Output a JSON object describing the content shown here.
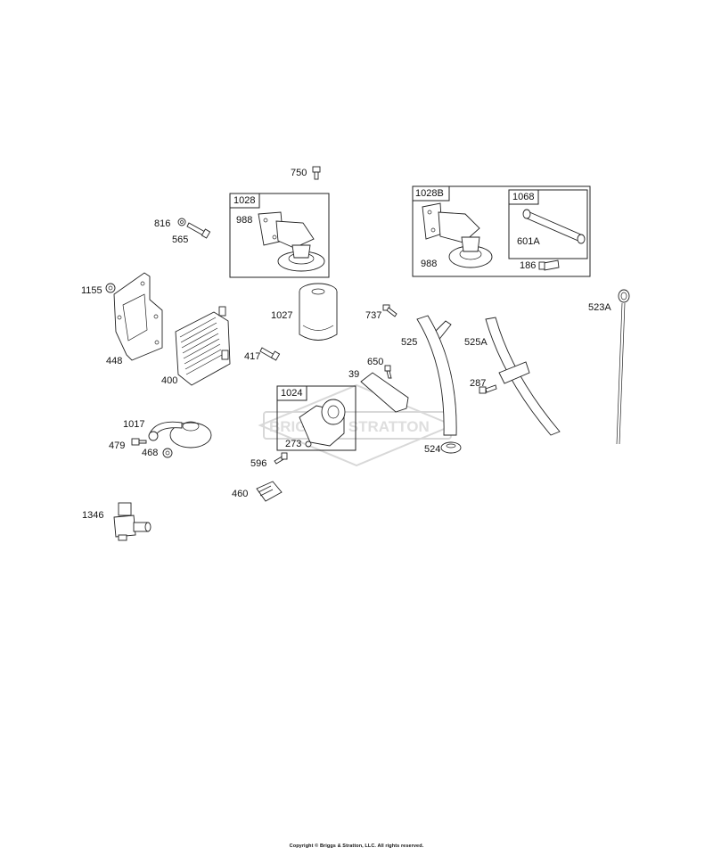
{
  "diagram": {
    "watermark_text": "BRIGGS & STRATTON",
    "copyright": "Copyright © Briggs & Stratton, LLC. All rights reserved.",
    "boxes": [
      {
        "id": "box-1028",
        "label": "1028"
      },
      {
        "id": "box-1028b",
        "label": "1028B"
      },
      {
        "id": "box-1068",
        "label": "1068"
      },
      {
        "id": "box-1024",
        "label": "1024"
      }
    ],
    "labels": {
      "p750": "750",
      "p816": "816",
      "p565": "565",
      "p988a": "988",
      "p988b": "988",
      "p601a": "601A",
      "p186": "186",
      "p1155": "1155",
      "p1027": "1027",
      "p737": "737",
      "p525": "525",
      "p525a": "525A",
      "p523a": "523A",
      "p448": "448",
      "p417": "417",
      "p400": "400",
      "p39": "39",
      "p650": "650",
      "p287": "287",
      "p1017": "1017",
      "p479": "479",
      "p468": "468",
      "p273": "273",
      "p524": "524",
      "p596": "596",
      "p460": "460",
      "p1346": "1346"
    }
  }
}
